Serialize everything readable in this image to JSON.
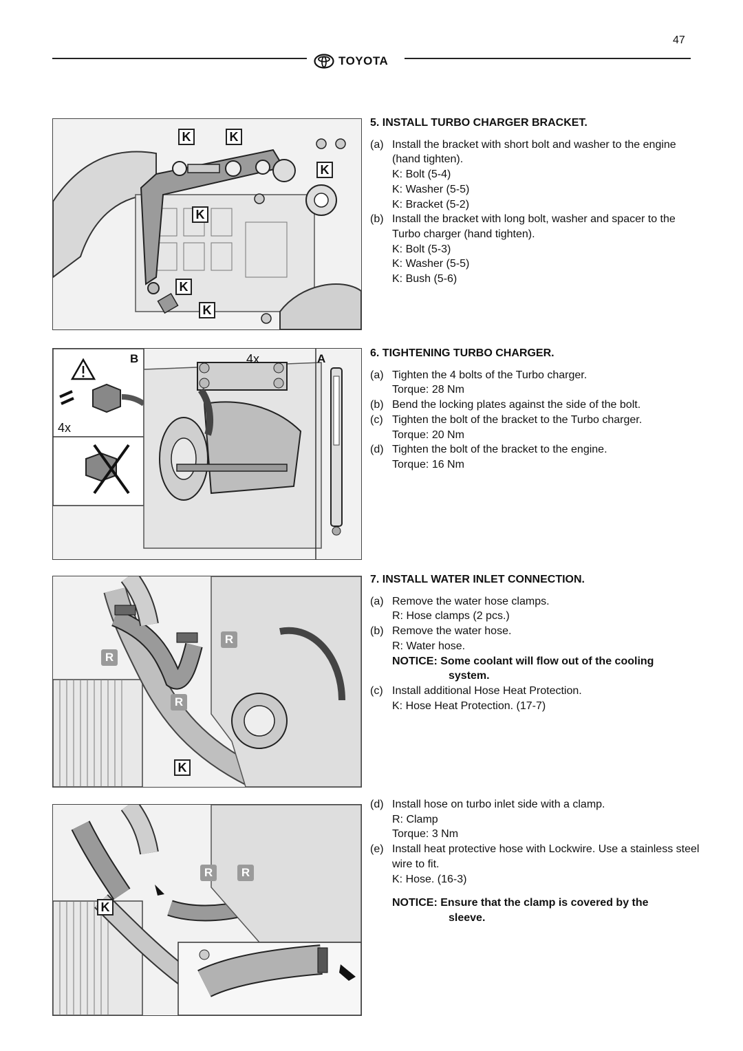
{
  "page": {
    "number": "47",
    "brand": "TOYOTA"
  },
  "figures": {
    "f1": {
      "labels": [
        "K",
        "K",
        "K",
        "K",
        "K",
        "K"
      ]
    },
    "f2": {
      "labels": [
        "B",
        "4x",
        "A",
        "4x"
      ]
    },
    "f3": {
      "labels": [
        "R",
        "R",
        "R",
        "K"
      ]
    },
    "f4": {
      "labels": [
        "R",
        "R",
        "K"
      ]
    }
  },
  "s5": {
    "title": "5.  INSTALL TURBO CHARGER BRACKET.",
    "a": {
      "mk": "(a)",
      "text": "Install the bracket with short bolt and washer to the engine (hand tighten)."
    },
    "a_items": [
      "K: Bolt (5-4)",
      "K: Washer (5-5)",
      "K: Bracket (5-2)"
    ],
    "b": {
      "mk": "(b)",
      "text": "Install the bracket with long bolt, washer and spacer to the Turbo charger (hand tighten)."
    },
    "b_items": [
      "K: Bolt (5-3)",
      "K: Washer (5-5)",
      "K: Bush (5-6)"
    ]
  },
  "s6": {
    "title": "6.  TIGHTENING TURBO CHARGER.",
    "a": {
      "mk": "(a)",
      "text": "Tighten the 4 bolts of the Turbo charger.",
      "sub": "Torque: 28 Nm"
    },
    "b": {
      "mk": "(b)",
      "text": "Bend the locking plates against the side of the bolt."
    },
    "c": {
      "mk": "(c)",
      "text": "Tighten the bolt of the bracket to the Turbo charger.",
      "sub": "Torque: 20 Nm"
    },
    "d": {
      "mk": "(d)",
      "text": "Tighten the bolt of the bracket to the engine.",
      "sub": "Torque: 16 Nm"
    }
  },
  "s7": {
    "title": "7.  INSTALL WATER INLET CONNECTION.",
    "a": {
      "mk": "(a)",
      "text": "Remove the water hose clamps.",
      "sub": "R: Hose clamps (2 pcs.)"
    },
    "b": {
      "mk": "(b)",
      "text": "Remove the water hose.",
      "sub": "R: Water hose."
    },
    "notice1": {
      "head": "NOTICE: Some coolant will flow out of the cooling",
      "cont": "system."
    },
    "c": {
      "mk": "(c)",
      "text": "Install additional Hose Heat Protection.",
      "sub": "K: Hose Heat Protection. (17-7)"
    },
    "d": {
      "mk": "(d)",
      "text": "Install hose on turbo inlet side with a clamp.",
      "sub1": "R: Clamp",
      "sub2": "Torque: 3 Nm"
    },
    "e": {
      "mk": "(e)",
      "text": "Install heat protective hose with Lockwire. Use a stainless steel wire to fit.",
      "sub": "K: Hose. (16-3)"
    },
    "notice2": {
      "head": "NOTICE: Ensure that the clamp is covered by the",
      "cont": "sleeve."
    }
  }
}
